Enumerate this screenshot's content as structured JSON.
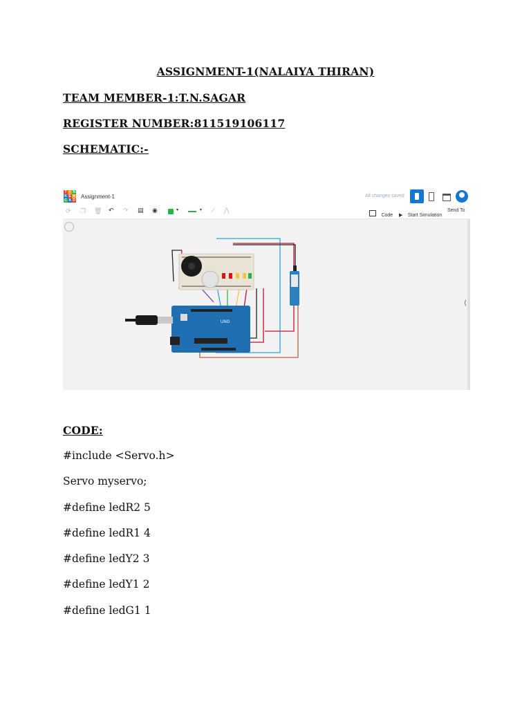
{
  "doc": {
    "title": "ASSIGNMENT-1(NALAIYA THIRAN)",
    "team_member": "TEAM MEMBER-1:T.N.SAGAR",
    "register_number": "REGISTER NUMBER:811519106117",
    "schematic_heading": "SCHEMATIC:-",
    "code_heading": "CODE:",
    "code_lines": [
      "#include <Servo.h>",
      "Servo myservo;",
      "#define ledR2 5",
      "#define ledR1 4",
      "#define ledY2 3",
      "#define ledY1 2",
      "#define ledG1 1"
    ]
  },
  "screenshot": {
    "project_name": "Assignment-1",
    "saved_status": "All changes saved",
    "code_button": "Code",
    "simulate_button": "Start Simulation",
    "send_button": "Send To",
    "logo_letters": [
      "T",
      "I",
      "N",
      "K",
      "E",
      "R",
      "C",
      "A",
      "D"
    ],
    "board_label": "UNO",
    "colors": {
      "accent": "#1477d4",
      "board": "#1f6fb2",
      "breadboard": "#e9e4d6",
      "wire_red": "#c8102e",
      "wire_blue": "#28a6d8",
      "wire_brown": "#b0643a",
      "wire_black": "#222222"
    }
  }
}
